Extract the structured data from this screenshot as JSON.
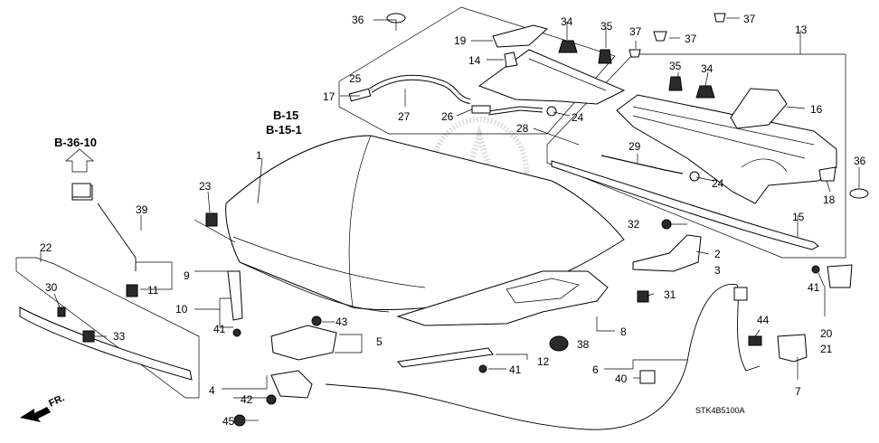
{
  "diagram": {
    "code": "STK4B5100A",
    "direction_label": "FR.",
    "references": [
      "B-36-10",
      "B-15",
      "B-15-1"
    ],
    "callouts": {
      "c1": "1",
      "c2": "2",
      "c3": "3",
      "c4": "4",
      "c5": "5",
      "c6": "6",
      "c7": "7",
      "c8": "8",
      "c9": "9",
      "c10": "10",
      "c11": "11",
      "c12": "12",
      "c13": "13",
      "c14": "14",
      "c15": "15",
      "c16": "16",
      "c17": "17",
      "c18": "18",
      "c19": "19",
      "c20": "20",
      "c21": "21",
      "c22": "22",
      "c23": "23",
      "c24a": "24",
      "c24b": "24",
      "c25": "25",
      "c26": "26",
      "c27": "27",
      "c28": "28",
      "c29": "29",
      "c30": "30",
      "c31": "31",
      "c32": "32",
      "c33": "33",
      "c34a": "34",
      "c34b": "34",
      "c35a": "35",
      "c35b": "35",
      "c36a": "36",
      "c36b": "36",
      "c37a": "37",
      "c37b": "37",
      "c38": "38",
      "c39": "39",
      "c40": "40",
      "c41a": "41",
      "c41b": "41",
      "c41c": "41",
      "c42": "42",
      "c43": "43",
      "c44": "44",
      "c45": "45"
    }
  }
}
